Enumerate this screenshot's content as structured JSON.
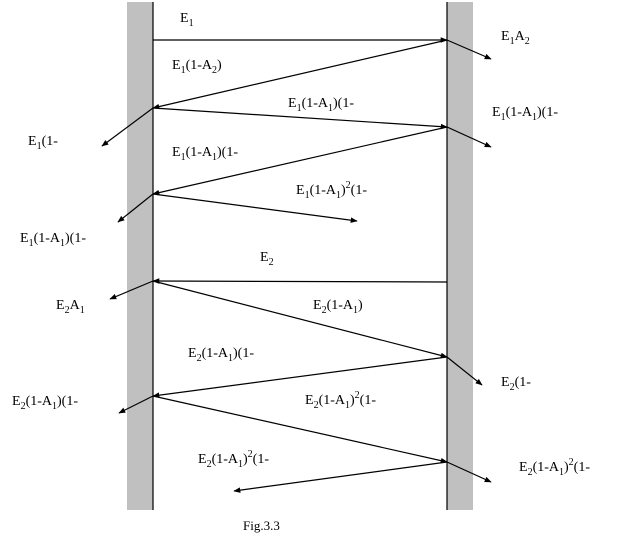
{
  "figure": {
    "caption": "Fig.3.3",
    "wall_color": "#c0c0c0",
    "line_color": "#000000"
  },
  "labels": [
    {
      "id": "e1",
      "parts": [
        [
          "n",
          "E"
        ],
        [
          "sub",
          "1"
        ]
      ]
    },
    {
      "id": "e1a2",
      "parts": [
        [
          "n",
          "E"
        ],
        [
          "sub",
          "1"
        ],
        [
          "n",
          "A"
        ],
        [
          "sub",
          "2"
        ]
      ]
    },
    {
      "id": "e1-1a2",
      "parts": [
        [
          "n",
          "E"
        ],
        [
          "sub",
          "1"
        ],
        [
          "n",
          "(1-A"
        ],
        [
          "sub",
          "2"
        ],
        [
          "n",
          ")"
        ]
      ]
    },
    {
      "id": "e1-1a1-1-top",
      "parts": [
        [
          "n",
          "E"
        ],
        [
          "sub",
          "1"
        ],
        [
          "n",
          "(1-A"
        ],
        [
          "sub",
          "1"
        ],
        [
          "n",
          ")(1-"
        ]
      ]
    },
    {
      "id": "e1-1a1-1-right",
      "parts": [
        [
          "n",
          "E"
        ],
        [
          "sub",
          "1"
        ],
        [
          "n",
          "(1-A"
        ],
        [
          "sub",
          "1"
        ],
        [
          "n",
          ")(1-"
        ]
      ]
    },
    {
      "id": "e1-1-left",
      "parts": [
        [
          "n",
          "E"
        ],
        [
          "sub",
          "1"
        ],
        [
          "n",
          "(1-"
        ]
      ]
    },
    {
      "id": "e1-1a1-1-mid",
      "parts": [
        [
          "n",
          "E"
        ],
        [
          "sub",
          "1"
        ],
        [
          "n",
          "(1-A"
        ],
        [
          "sub",
          "1"
        ],
        [
          "n",
          ")(1-"
        ]
      ]
    },
    {
      "id": "e1-1a1sq-1",
      "parts": [
        [
          "n",
          "E"
        ],
        [
          "sub",
          "1"
        ],
        [
          "n",
          "(1-A"
        ],
        [
          "sub",
          "1"
        ],
        [
          "n",
          ")"
        ],
        [
          "sup",
          "2"
        ],
        [
          "n",
          "(1-"
        ]
      ]
    },
    {
      "id": "e1-1a1-1-left",
      "parts": [
        [
          "n",
          "E"
        ],
        [
          "sub",
          "1"
        ],
        [
          "n",
          "(1-A"
        ],
        [
          "sub",
          "1"
        ],
        [
          "n",
          ")(1-"
        ]
      ]
    },
    {
      "id": "e2",
      "parts": [
        [
          "n",
          "E"
        ],
        [
          "sub",
          "2"
        ]
      ]
    },
    {
      "id": "e2a1",
      "parts": [
        [
          "n",
          "E"
        ],
        [
          "sub",
          "2"
        ],
        [
          "n",
          "A"
        ],
        [
          "sub",
          "1"
        ]
      ]
    },
    {
      "id": "e2-1a1",
      "parts": [
        [
          "n",
          "E"
        ],
        [
          "sub",
          "2"
        ],
        [
          "n",
          "(1-A"
        ],
        [
          "sub",
          "1"
        ],
        [
          "n",
          ")"
        ]
      ]
    },
    {
      "id": "e2-1a1-1-mid",
      "parts": [
        [
          "n",
          "E"
        ],
        [
          "sub",
          "2"
        ],
        [
          "n",
          "(1-A"
        ],
        [
          "sub",
          "1"
        ],
        [
          "n",
          ")(1-"
        ]
      ]
    },
    {
      "id": "e2-1-right",
      "parts": [
        [
          "n",
          "E"
        ],
        [
          "sub",
          "2"
        ],
        [
          "n",
          "(1-"
        ]
      ]
    },
    {
      "id": "e2-1a1-1-left",
      "parts": [
        [
          "n",
          "E"
        ],
        [
          "sub",
          "2"
        ],
        [
          "n",
          "(1-A"
        ],
        [
          "sub",
          "1"
        ],
        [
          "n",
          ")(1-"
        ]
      ]
    },
    {
      "id": "e2-1a1sq-1-mid",
      "parts": [
        [
          "n",
          "E"
        ],
        [
          "sub",
          "2"
        ],
        [
          "n",
          "(1-A"
        ],
        [
          "sub",
          "1"
        ],
        [
          "n",
          ")"
        ],
        [
          "sup",
          "2"
        ],
        [
          "n",
          "(1-"
        ]
      ]
    },
    {
      "id": "e2-1a1sq-1-low",
      "parts": [
        [
          "n",
          "E"
        ],
        [
          "sub",
          "2"
        ],
        [
          "n",
          "(1-A"
        ],
        [
          "sub",
          "1"
        ],
        [
          "n",
          ")"
        ],
        [
          "sup",
          "2"
        ],
        [
          "n",
          "(1-"
        ]
      ]
    },
    {
      "id": "e2-1a1sq-1-right",
      "parts": [
        [
          "n",
          "E"
        ],
        [
          "sub",
          "2"
        ],
        [
          "n",
          "(1-A"
        ],
        [
          "sub",
          "1"
        ],
        [
          "n",
          ")"
        ],
        [
          "sup",
          "2"
        ],
        [
          "n",
          "(1-"
        ]
      ]
    }
  ]
}
